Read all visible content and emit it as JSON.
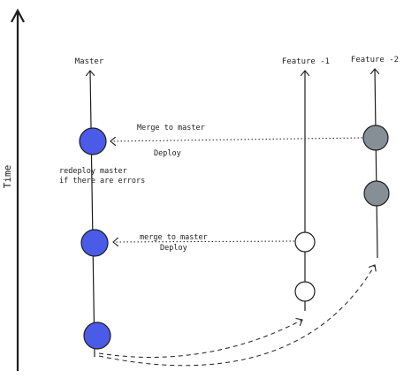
{
  "diagram": {
    "time_axis_label": "Time",
    "branches": {
      "master": "Master",
      "feature_1": "Feature -1",
      "feature_2": "Feature -2"
    },
    "annotations": {
      "merge_top": "Merge to master",
      "deploy_top": "Deploy",
      "redeploy_line1": "redeploy master",
      "redeploy_line2": "if there are errors",
      "merge_mid": "merge to master",
      "deploy_mid": "Deploy"
    },
    "colors": {
      "master_commit": "#4a5be8",
      "feature2_commit": "#868e96",
      "feature1_commit": "#ffffff",
      "stroke": "#1e1e1e"
    }
  }
}
